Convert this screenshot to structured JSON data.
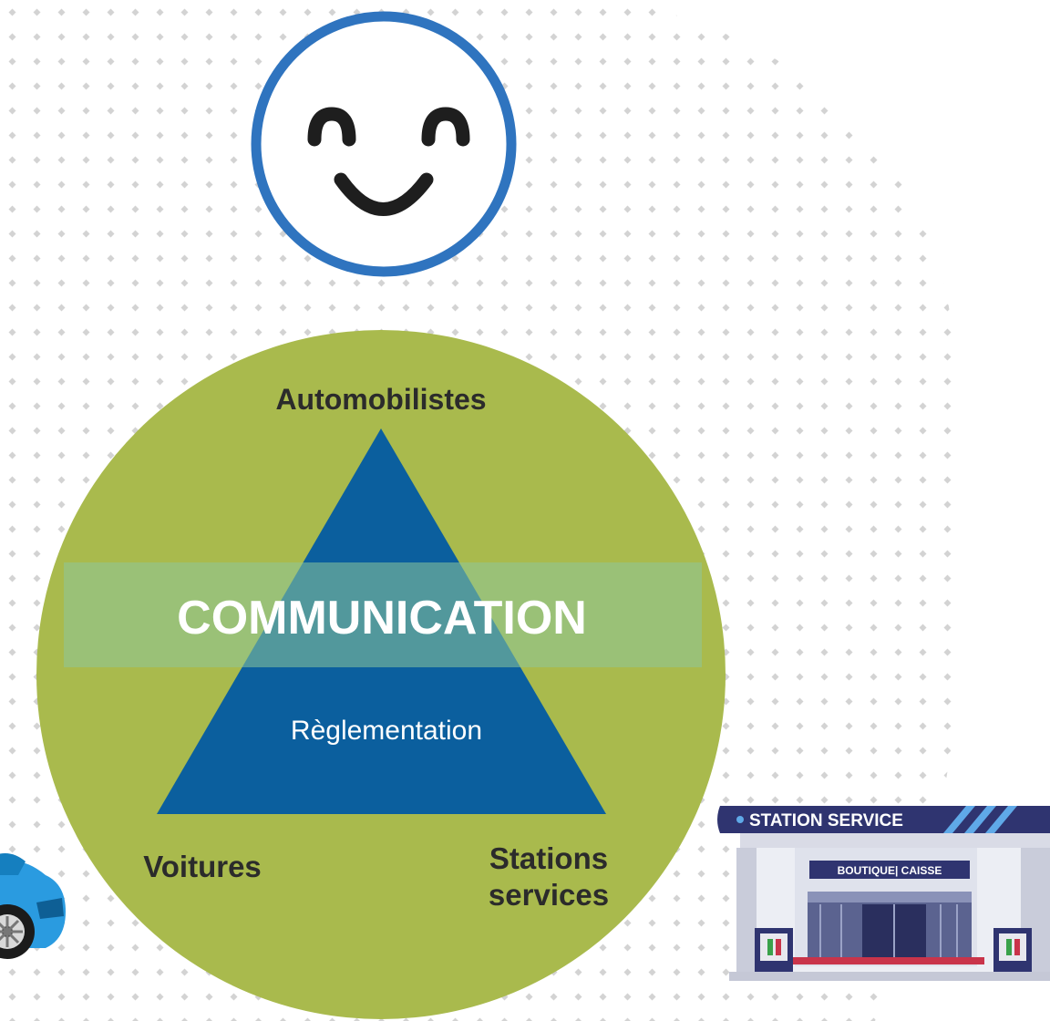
{
  "diagram": {
    "top_label": "Automobilistes",
    "center_label": "COMMUNICATION",
    "inner_label": "Règlementation",
    "bottom_left_label": "Voitures",
    "bottom_right_label_line1": "Stations",
    "bottom_right_label_line2": "services"
  },
  "station": {
    "sign": "STATION SERVICE",
    "shop_sign": "BOUTIQUE| CAISSE"
  },
  "colors": {
    "circle": "#a9ba4d",
    "triangle": "#0b5f9e",
    "band": "#8bc28b",
    "smiley_ring": "#2f74bf",
    "dots": "#d2d2d2",
    "car": "#2a9be0",
    "station_roof": "#2f3470"
  },
  "icons": [
    "smiley-face-icon",
    "car-icon",
    "gas-station-icon"
  ]
}
